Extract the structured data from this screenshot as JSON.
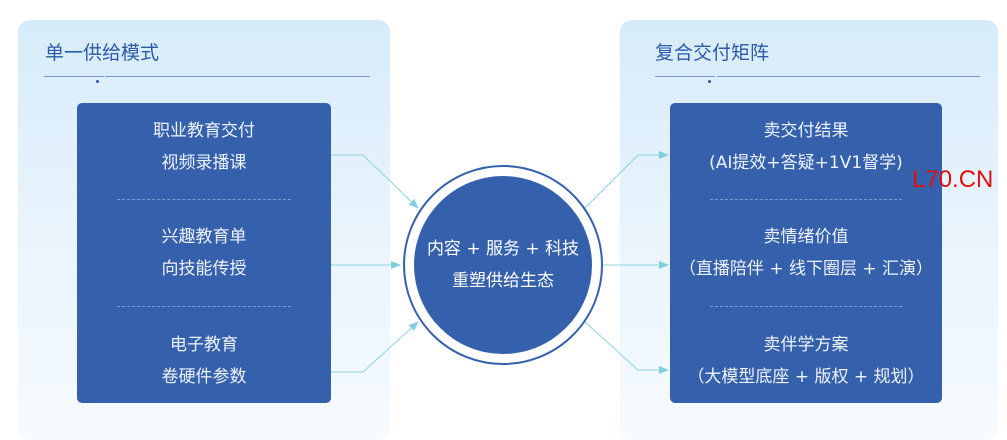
{
  "left": {
    "title": "单一供给模式",
    "items": [
      {
        "line1": "职业教育交付",
        "line2": "视频录播课"
      },
      {
        "line1": "兴趣教育单",
        "line2": "向技能传授"
      },
      {
        "line1": "电子教育",
        "line2": "卷硬件参数"
      }
    ]
  },
  "center": {
    "line1": "内容 + 服务 + 科技",
    "line2": "重塑供给生态"
  },
  "right": {
    "title": "复合交付矩阵",
    "items": [
      {
        "line1": "卖交付结果",
        "line2": "(AI提效+答疑+1V1督学)"
      },
      {
        "line1": "卖情绪价值",
        "line2": "（直播陪伴 + 线下圈层 + 汇演）"
      },
      {
        "line1": "卖伴学方案",
        "line2": "（大模型底座 + 版权 + 规划）"
      }
    ]
  },
  "watermark": "L70.CN"
}
